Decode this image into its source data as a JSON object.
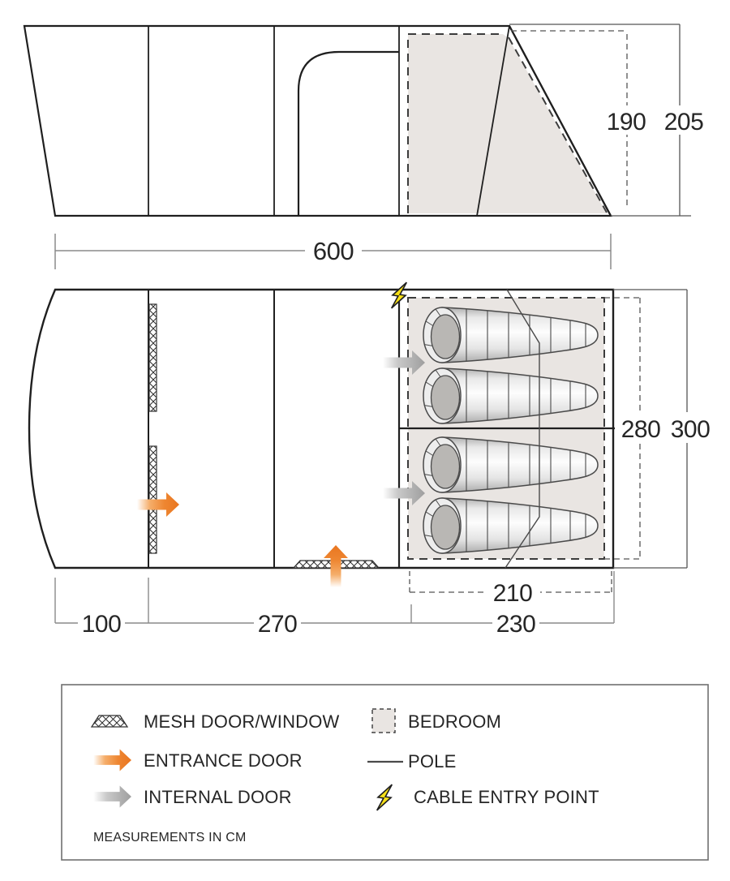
{
  "diagram_type": "tent floor plan and side elevation",
  "elevation": {
    "dim_overall_length": "600",
    "dim_height_inner": "190",
    "dim_height_outer": "205"
  },
  "floorplan": {
    "dim_width_inner": "280",
    "dim_width_outer": "300",
    "dim_bedroom_inner_length": "210",
    "dim_porch_length": "100",
    "dim_living_length": "270",
    "dim_bedroom_length": "230",
    "bedroom_sleeping_bags": 4
  },
  "legend": {
    "items": [
      {
        "icon": "mesh-swatch",
        "label": "MESH DOOR/WINDOW"
      },
      {
        "icon": "entrance-arrow",
        "label": "ENTRANCE DOOR"
      },
      {
        "icon": "internal-arrow",
        "label": "INTERNAL DOOR"
      },
      {
        "icon": "bedroom-swatch",
        "label": "BEDROOM"
      },
      {
        "icon": "pole-line",
        "label": "POLE"
      },
      {
        "icon": "cable-bolt",
        "label": "CABLE ENTRY POINT"
      }
    ],
    "note": "MEASUREMENTS IN CM"
  },
  "colors": {
    "entrance_door": "#EC7C25",
    "internal_door": "#A0A0A0",
    "bedroom_fill": "#E9E5E2",
    "cable_entry": "#F7E017",
    "wall_line": "#1F1F1F",
    "dimension_line": "#8A8A8A"
  }
}
